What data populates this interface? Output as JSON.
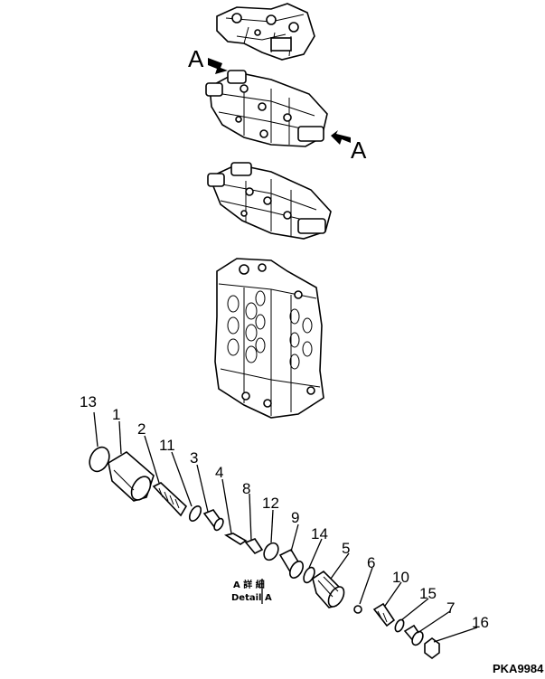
{
  "labels": {
    "view_arrow_a_left": "A",
    "view_arrow_a_right": "A",
    "detail_line1": "A 詳 細",
    "detail_line2": "Detail A",
    "drawing_code": "PKA9984"
  },
  "callouts": [
    {
      "id": "13",
      "text": "13"
    },
    {
      "id": "1",
      "text": "1"
    },
    {
      "id": "2",
      "text": "2"
    },
    {
      "id": "11",
      "text": "11"
    },
    {
      "id": "3",
      "text": "3"
    },
    {
      "id": "4",
      "text": "4"
    },
    {
      "id": "8",
      "text": "8"
    },
    {
      "id": "12",
      "text": "12"
    },
    {
      "id": "9",
      "text": "9"
    },
    {
      "id": "14",
      "text": "14"
    },
    {
      "id": "5",
      "text": "5"
    },
    {
      "id": "6",
      "text": "6"
    },
    {
      "id": "10",
      "text": "10"
    },
    {
      "id": "15",
      "text": "15"
    },
    {
      "id": "7",
      "text": "7"
    },
    {
      "id": "16",
      "text": "16"
    }
  ]
}
